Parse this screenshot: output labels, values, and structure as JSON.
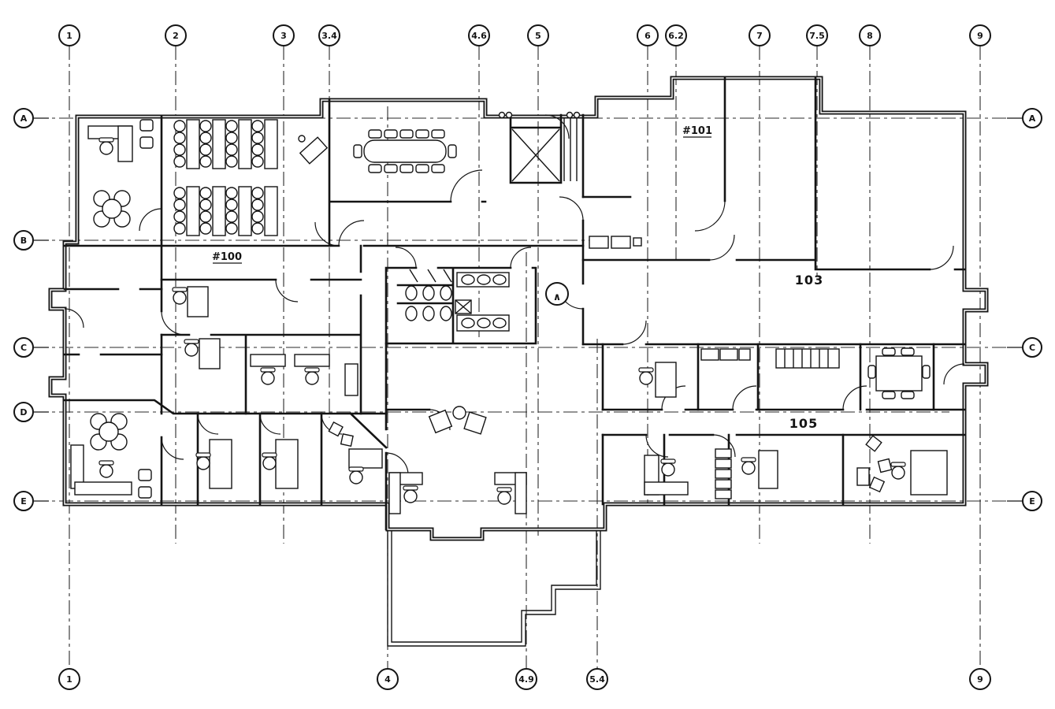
{
  "sheet": {
    "background": "#ffffff",
    "ink": "#141414"
  },
  "grid": {
    "top": [
      "1",
      "2",
      "3",
      "3.4",
      "4.6",
      "5",
      "6",
      "6.2",
      "7",
      "7.5",
      "8",
      "9"
    ],
    "bottom": [
      "1",
      "4",
      "4.9",
      "5.4",
      "9"
    ],
    "left": [
      "A",
      "B",
      "C",
      "D",
      "E"
    ],
    "right": [
      "A",
      "C",
      "E"
    ]
  },
  "rooms": {
    "r100": "#100",
    "r101": "#101",
    "r103": "103",
    "r105": "105"
  },
  "marker": "∧"
}
